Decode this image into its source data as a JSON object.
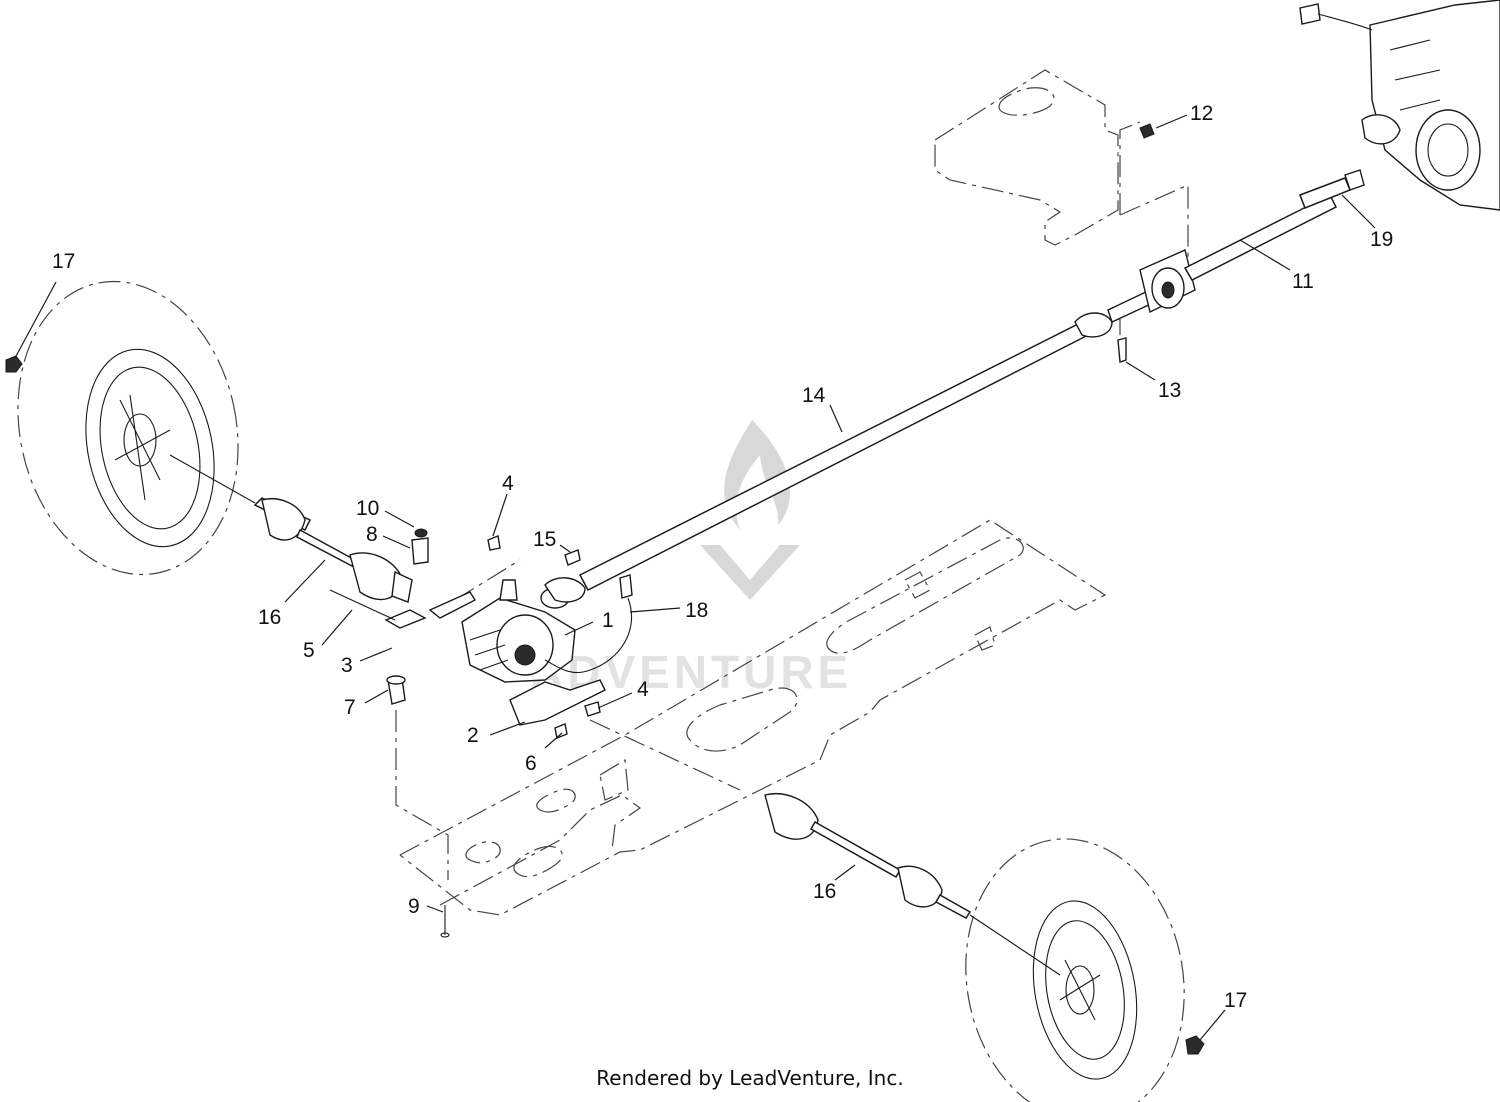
{
  "footer": "Rendered by LeadVenture, Inc.",
  "watermark": "ADVENTURE",
  "callouts": [
    {
      "id": "c1",
      "label": "1"
    },
    {
      "id": "c2",
      "label": "2"
    },
    {
      "id": "c3",
      "label": "3"
    },
    {
      "id": "c4a",
      "label": "4"
    },
    {
      "id": "c4b",
      "label": "4"
    },
    {
      "id": "c5",
      "label": "5"
    },
    {
      "id": "c6",
      "label": "6"
    },
    {
      "id": "c7",
      "label": "7"
    },
    {
      "id": "c8",
      "label": "8"
    },
    {
      "id": "c9",
      "label": "9"
    },
    {
      "id": "c10",
      "label": "10"
    },
    {
      "id": "c11",
      "label": "11"
    },
    {
      "id": "c12",
      "label": "12"
    },
    {
      "id": "c13",
      "label": "13"
    },
    {
      "id": "c14",
      "label": "14"
    },
    {
      "id": "c15",
      "label": "15"
    },
    {
      "id": "c16a",
      "label": "16"
    },
    {
      "id": "c16b",
      "label": "16"
    },
    {
      "id": "c17a",
      "label": "17"
    },
    {
      "id": "c17b",
      "label": "17"
    },
    {
      "id": "c18",
      "label": "18"
    },
    {
      "id": "c19",
      "label": "19"
    }
  ]
}
